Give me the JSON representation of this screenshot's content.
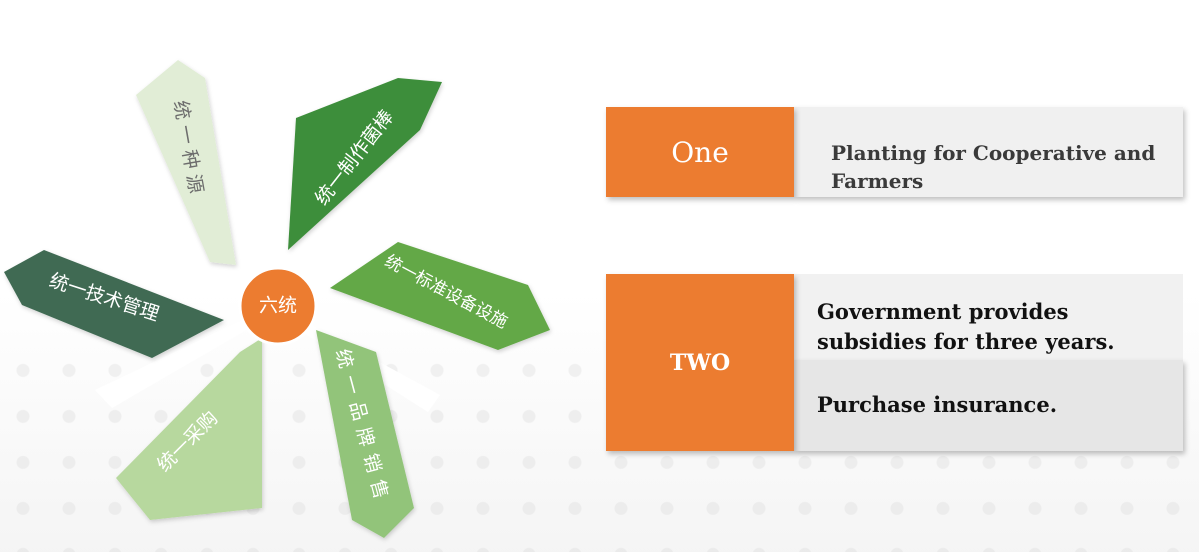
{
  "diagram": {
    "center_label": "六统",
    "petals": [
      {
        "id": "variety",
        "label": "统一种源",
        "color": "#e1edd6",
        "text_style": "dark"
      },
      {
        "id": "stick",
        "label": "统一制作菌棒",
        "color": "#3e8e3b",
        "text_style": "light"
      },
      {
        "id": "facility",
        "label": "统一标准设备设施",
        "color": "#63a847",
        "text_style": "light"
      },
      {
        "id": "brand",
        "label": "统一品牌销售",
        "color": "#92c47a",
        "text_style": "light"
      },
      {
        "id": "purchase",
        "label": "统一采购",
        "color": "#b7d89e",
        "text_style": "light"
      },
      {
        "id": "tech",
        "label": "统一技术管理",
        "color": "#3f6b53",
        "text_style": "light"
      }
    ],
    "center_color": "#ec7c30"
  },
  "cards": [
    {
      "badge": "One",
      "text": "Planting for Cooperative and Farmers"
    },
    {
      "badge": "TWO",
      "lines": [
        "Government provides subsidies for three years.",
        "Purchase insurance."
      ]
    }
  ]
}
